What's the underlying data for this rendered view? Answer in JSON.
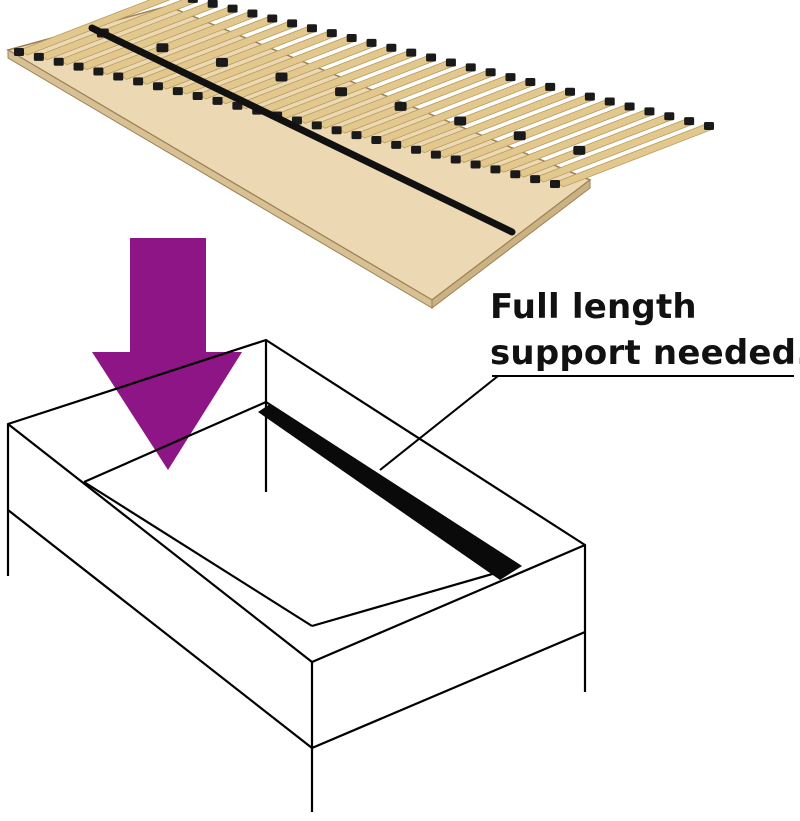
{
  "callout": {
    "line1": "Full length",
    "line2": "support needed."
  },
  "colors": {
    "arrow": "#8e1585",
    "outline": "#000000",
    "slat_wood": "#e3c88d",
    "frame_wood": "#ecd9b4",
    "slat_cap": "#1a1a1a",
    "support_beam": "#0a0a0a"
  },
  "illustration": {
    "slatted_frame_slats": 28,
    "arrow_direction": "down"
  }
}
